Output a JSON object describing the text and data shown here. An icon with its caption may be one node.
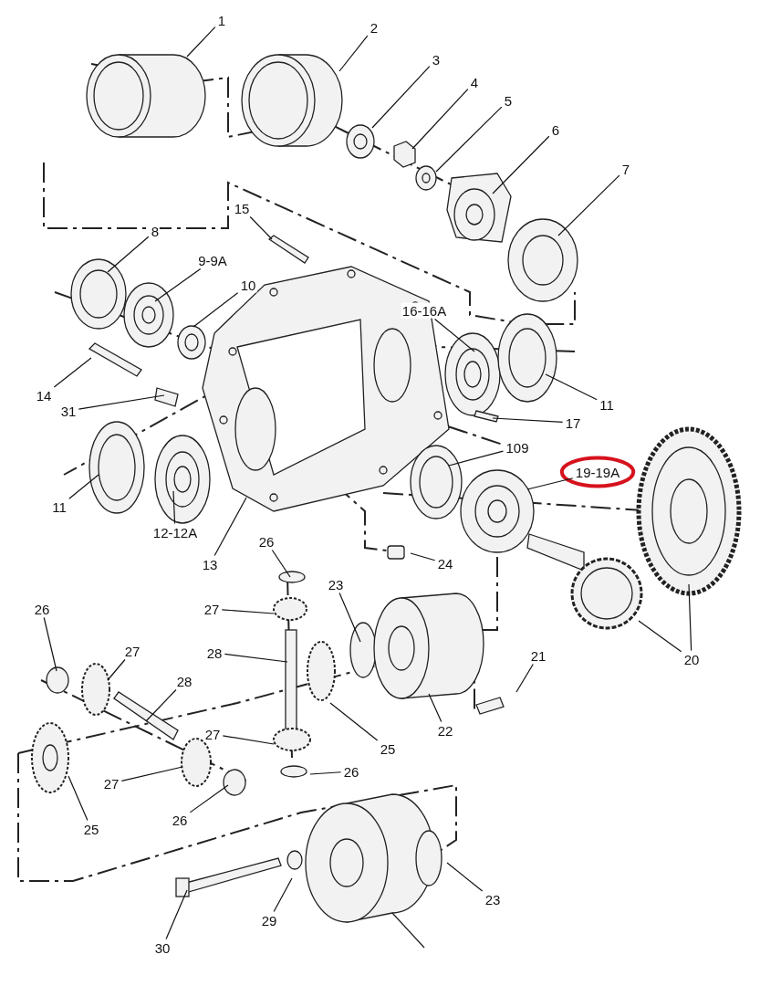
{
  "diagram": {
    "nodes": [
      {
        "text": [
          "1"
        ]
      },
      {
        "text": [
          "2"
        ]
      },
      {
        "text": [
          "3"
        ]
      },
      {
        "text": [
          "4"
        ]
      },
      {
        "text": [
          "5"
        ]
      },
      {
        "text": [
          "6"
        ]
      },
      {
        "text": [
          "7"
        ]
      },
      {
        "text": [
          "15"
        ]
      },
      {
        "text": [
          "8"
        ]
      },
      {
        "text": [
          "9-9A"
        ]
      },
      {
        "text": [
          "10"
        ]
      },
      {
        "text": [
          "16-16A"
        ]
      },
      {
        "text": [
          "14"
        ]
      },
      {
        "text": [
          "11"
        ]
      },
      {
        "text": [
          "31"
        ]
      },
      {
        "text": [
          "17"
        ]
      },
      {
        "text": [
          "109"
        ]
      },
      {
        "text": [
          "19-19A"
        ]
      },
      {
        "text": [
          "11"
        ]
      },
      {
        "text": [
          "12-12A"
        ]
      },
      {
        "text": [
          "26"
        ]
      },
      {
        "text": [
          "24"
        ]
      },
      {
        "text": [
          "13"
        ]
      },
      {
        "text": [
          "23"
        ]
      },
      {
        "text": [
          "26"
        ]
      },
      {
        "text": [
          "27"
        ]
      },
      {
        "text": [
          "27"
        ]
      },
      {
        "text": [
          "28"
        ]
      },
      {
        "text": [
          "21"
        ]
      },
      {
        "text": [
          "20"
        ]
      },
      {
        "text": [
          "28"
        ]
      },
      {
        "text": [
          "22"
        ]
      },
      {
        "text": [
          "27"
        ]
      },
      {
        "text": [
          "25"
        ]
      },
      {
        "text": [
          "26"
        ]
      },
      {
        "text": [
          "27"
        ]
      },
      {
        "text": [
          "25"
        ]
      },
      {
        "text": [
          "26"
        ]
      },
      {
        "text": [
          "23"
        ]
      },
      {
        "text": [
          "29"
        ]
      },
      {
        "text": [
          "30"
        ]
      }
    ],
    "edges": [
      {
        "from": 0,
        "to": null,
        "arrow": "none"
      },
      {
        "from": 1,
        "to": null,
        "arrow": "none"
      },
      {
        "from": 2,
        "to": null,
        "arrow": "none"
      },
      {
        "from": 3,
        "to": null,
        "arrow": "none"
      },
      {
        "from": 4,
        "to": null,
        "arrow": "none"
      },
      {
        "from": 5,
        "to": null,
        "arrow": "none"
      },
      {
        "from": 6,
        "to": null,
        "arrow": "none"
      },
      {
        "from": 7,
        "to": null,
        "arrow": "none"
      },
      {
        "from": 8,
        "to": null,
        "arrow": "none"
      },
      {
        "from": 9,
        "to": null,
        "arrow": "none"
      },
      {
        "from": 10,
        "to": null,
        "arrow": "none"
      },
      {
        "from": 11,
        "to": null,
        "arrow": "none"
      },
      {
        "from": 12,
        "to": null,
        "arrow": "none"
      },
      {
        "from": 13,
        "to": null,
        "arrow": "none"
      },
      {
        "from": 14,
        "to": null,
        "arrow": "none"
      },
      {
        "from": 15,
        "to": null,
        "arrow": "none"
      },
      {
        "from": 16,
        "to": null,
        "arrow": "none"
      },
      {
        "from": 17,
        "to": null,
        "arrow": "none"
      },
      {
        "from": 18,
        "to": null,
        "arrow": "none"
      },
      {
        "from": 19,
        "to": null,
        "arrow": "none"
      },
      {
        "from": 20,
        "to": null,
        "arrow": "none"
      },
      {
        "from": 21,
        "to": null,
        "arrow": "none"
      },
      {
        "from": 22,
        "to": null,
        "arrow": "none"
      },
      {
        "from": 23,
        "to": null,
        "arrow": "none"
      },
      {
        "from": 24,
        "to": null,
        "arrow": "none"
      },
      {
        "from": 25,
        "to": null,
        "arrow": "none"
      },
      {
        "from": 26,
        "to": null,
        "arrow": "none"
      },
      {
        "from": 27,
        "to": null,
        "arrow": "none"
      },
      {
        "from": 28,
        "to": null,
        "arrow": "none"
      },
      {
        "from": 29,
        "to": null,
        "arrow": "none"
      },
      {
        "from": 29,
        "to": null,
        "arrow": "none"
      },
      {
        "from": 30,
        "to": null,
        "arrow": "none"
      },
      {
        "from": 31,
        "to": null,
        "arrow": "none"
      },
      {
        "from": 32,
        "to": null,
        "arrow": "none"
      },
      {
        "from": 33,
        "to": null,
        "arrow": "none"
      },
      {
        "from": 34,
        "to": null,
        "arrow": "none"
      },
      {
        "from": 35,
        "to": null,
        "arrow": "none"
      },
      {
        "from": 36,
        "to": null,
        "arrow": "none"
      },
      {
        "from": 37,
        "to": null,
        "arrow": "none"
      },
      {
        "from": 38,
        "to": null,
        "arrow": "none"
      },
      {
        "from": 39,
        "to": null,
        "arrow": "none"
      },
      {
        "from": 40,
        "to": null,
        "arrow": "none"
      }
    ]
  }
}
